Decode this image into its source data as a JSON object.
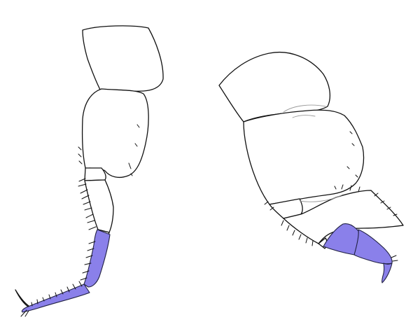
{
  "figure": {
    "background": "#ffffff",
    "outline_color": "#111111",
    "highlight_color": "#8a80ea",
    "panels": [
      {
        "id": "left-leg",
        "highlighted_segments": [
          "propodus",
          "dactylus"
        ]
      },
      {
        "id": "right-leg",
        "highlighted_segments": [
          "propodus",
          "dactylus"
        ]
      }
    ]
  }
}
